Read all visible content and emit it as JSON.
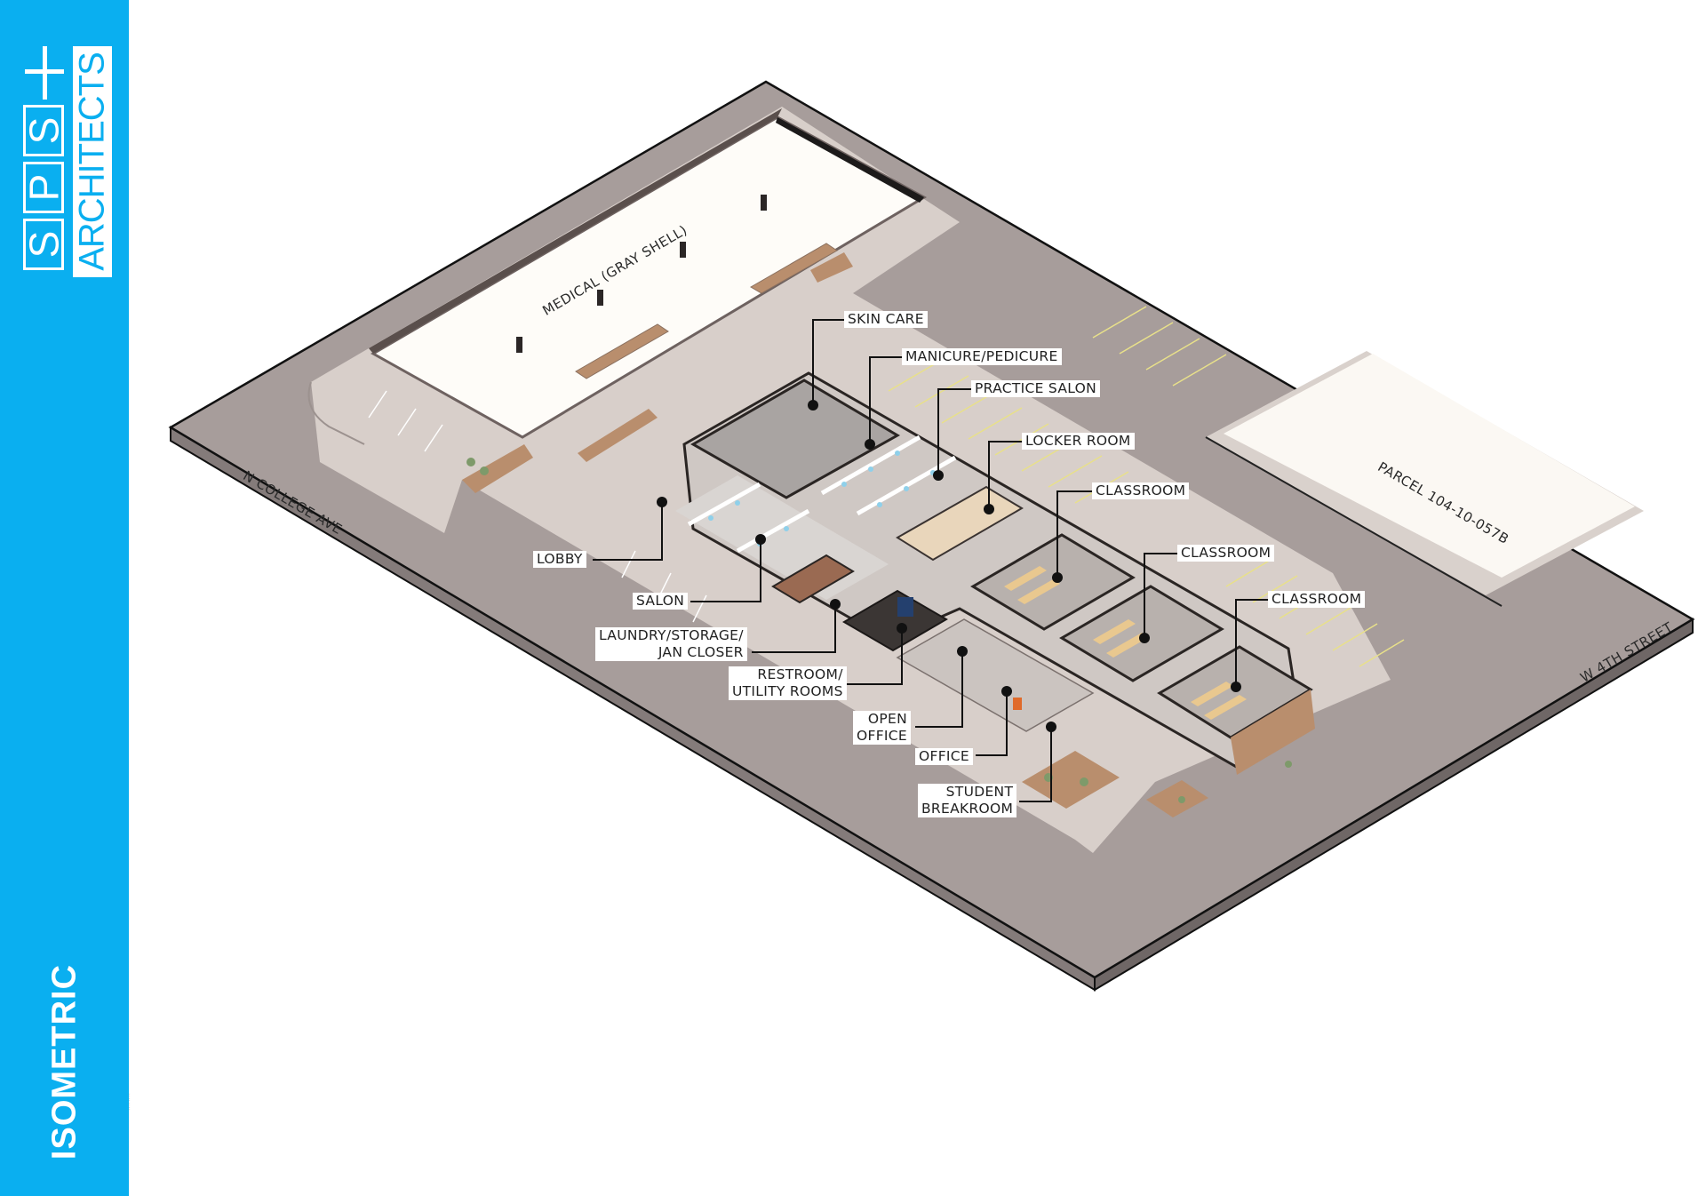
{
  "brand": {
    "letters": [
      "S",
      "P",
      "S"
    ],
    "plus": "+",
    "subtitle": "ARCHITECTS"
  },
  "page": {
    "title": "ISOMETRIC",
    "sidebar_color": "#0aaff0"
  },
  "site": {
    "slab_color": "#a79d9b",
    "slab_edge_color": "#7e7574",
    "plaza_color": "#d9d1cc",
    "building_shell_color": "#fdfbf8",
    "parking_stripe_color": "#e8e08a",
    "landscape_color": "#b98e6d",
    "medical_label": "MEDICAL (GRAY SHELL)",
    "parcel_label": "PARCEL 104-10-057B",
    "streets": [
      "N COLLEGE AVE",
      "W 4TH  STREET"
    ]
  },
  "labels": [
    {
      "id": "skin-care",
      "text": [
        "SKIN CARE"
      ]
    },
    {
      "id": "manicure-pedicure",
      "text": [
        "MANICURE/PEDICURE"
      ]
    },
    {
      "id": "practice-salon",
      "text": [
        "PRACTICE SALON"
      ]
    },
    {
      "id": "locker-room",
      "text": [
        "LOCKER ROOM"
      ]
    },
    {
      "id": "classroom-1",
      "text": [
        "CLASSROOM"
      ]
    },
    {
      "id": "classroom-2",
      "text": [
        "CLASSROOM"
      ]
    },
    {
      "id": "classroom-3",
      "text": [
        "CLASSROOM"
      ]
    },
    {
      "id": "lobby",
      "text": [
        "LOBBY"
      ]
    },
    {
      "id": "salon",
      "text": [
        "SALON"
      ]
    },
    {
      "id": "laundry",
      "text": [
        "LAUNDRY/STORAGE/",
        "JAN CLOSER"
      ]
    },
    {
      "id": "restroom",
      "text": [
        "RESTROOM/",
        "UTILITY ROOMS"
      ]
    },
    {
      "id": "open-office",
      "text": [
        "OPEN",
        "OFFICE"
      ]
    },
    {
      "id": "office",
      "text": [
        "OFFICE"
      ]
    },
    {
      "id": "student-breakroom",
      "text": [
        "STUDENT",
        "BREAKROOM"
      ]
    }
  ]
}
